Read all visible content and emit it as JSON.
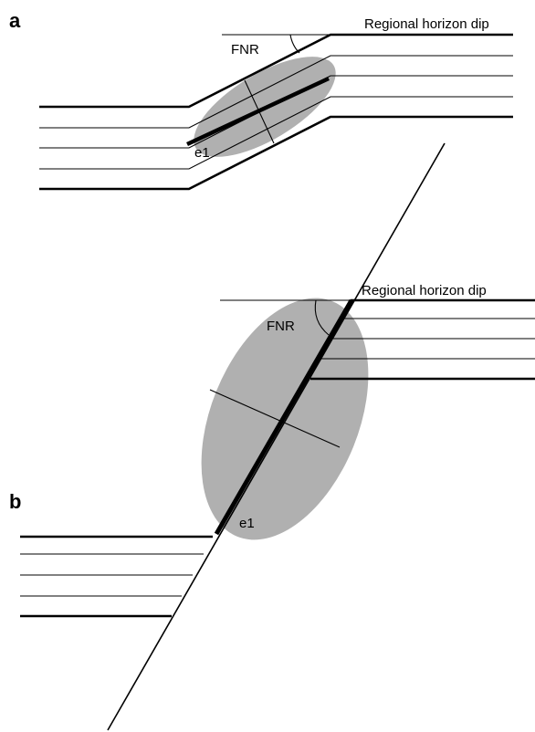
{
  "panel_a": {
    "letter": "a",
    "regional_label": "Regional horizon dip",
    "fnr_label": "FNR",
    "e1_label": "e1"
  },
  "panel_b": {
    "letter": "b",
    "regional_label": "Regional horizon dip",
    "fnr_label": "FNR",
    "e1_label": "e1"
  }
}
